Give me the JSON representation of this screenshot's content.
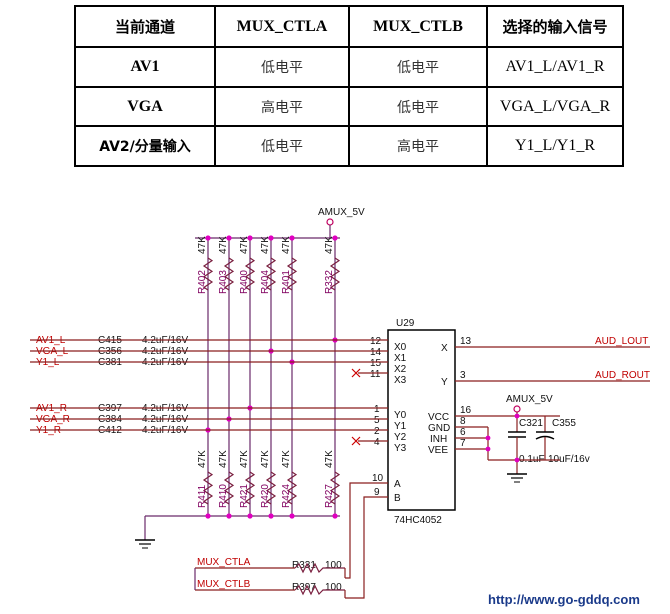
{
  "table": {
    "headers": [
      "当前通道",
      "MUX_CTLA",
      "MUX_CTLB",
      "选择的输入信号"
    ],
    "rows": [
      {
        "channel": "AV1",
        "ctla": "低电平",
        "ctlb": "低电平",
        "signal": "AV1_L/AV1_R"
      },
      {
        "channel": "VGA",
        "ctla": "高电平",
        "ctlb": "低电平",
        "signal": "VGA_L/VGA_R"
      },
      {
        "channel": "AV2/分量输入",
        "ctla": "低电平",
        "ctlb": "高电平",
        "signal": "Y1_L/Y1_R"
      }
    ]
  },
  "schematic": {
    "power_top": "AMUX_5V",
    "power_right": "AMUX_5V",
    "chip": {
      "ref": "U29",
      "part": "74HC4052",
      "left_pins": [
        {
          "num": "12",
          "name": "X0"
        },
        {
          "num": "14",
          "name": "X1"
        },
        {
          "num": "15",
          "name": "X2"
        },
        {
          "num": "11",
          "name": "X3"
        },
        {
          "num": "1",
          "name": "Y0"
        },
        {
          "num": "5",
          "name": "Y1"
        },
        {
          "num": "2",
          "name": "Y2"
        },
        {
          "num": "4",
          "name": "Y3"
        },
        {
          "num": "10",
          "name": "A"
        },
        {
          "num": "9",
          "name": "B"
        }
      ],
      "right_pins": [
        {
          "num": "13",
          "name": "X"
        },
        {
          "num": "3",
          "name": "Y"
        },
        {
          "num": "16",
          "name": "VCC"
        },
        {
          "num": "8",
          "name": "GND"
        },
        {
          "num": "6",
          "name": "INH"
        },
        {
          "num": "7",
          "name": "VEE"
        }
      ]
    },
    "inputs": [
      {
        "net": "AV1_L",
        "cap": "C415",
        "value": "4.2uF/16V"
      },
      {
        "net": "VGA_L",
        "cap": "C356",
        "value": "4.2uF/16V"
      },
      {
        "net": "Y1_L",
        "cap": "C381",
        "value": "4.2uF/16V"
      },
      {
        "net": "AV1_R",
        "cap": "C397",
        "value": "4.2uF/16V"
      },
      {
        "net": "VGA_R",
        "cap": "C384",
        "value": "4.2uF/16V"
      },
      {
        "net": "Y1_R",
        "cap": "C412",
        "value": "4.2uF/16V"
      }
    ],
    "outputs": [
      "AUD_LOUT",
      "AUD_ROUT"
    ],
    "pullups": [
      {
        "ref": "R402",
        "value": "47K"
      },
      {
        "ref": "R403",
        "value": "47K"
      },
      {
        "ref": "R400",
        "value": "47K"
      },
      {
        "ref": "R404",
        "value": "47K"
      },
      {
        "ref": "R401",
        "value": "47K"
      },
      {
        "ref": "R332",
        "value": "47K"
      }
    ],
    "pulldowns": [
      {
        "ref": "R411",
        "value": "47K"
      },
      {
        "ref": "R410",
        "value": "47K"
      },
      {
        "ref": "R421",
        "value": "47K"
      },
      {
        "ref": "R420",
        "value": "47K"
      },
      {
        "ref": "R424",
        "value": "47K"
      },
      {
        "ref": "R427",
        "value": "47K"
      }
    ],
    "decoupling": [
      {
        "ref": "C321",
        "value": "0.1uF"
      },
      {
        "ref": "C355",
        "value": "10uF/16v"
      }
    ],
    "controls": [
      {
        "net": "MUX_CTLA",
        "res": "R331",
        "value": "100"
      },
      {
        "net": "MUX_CTLB",
        "res": "R397",
        "value": "100"
      }
    ]
  },
  "watermark": "http://www.go-gddq.com"
}
